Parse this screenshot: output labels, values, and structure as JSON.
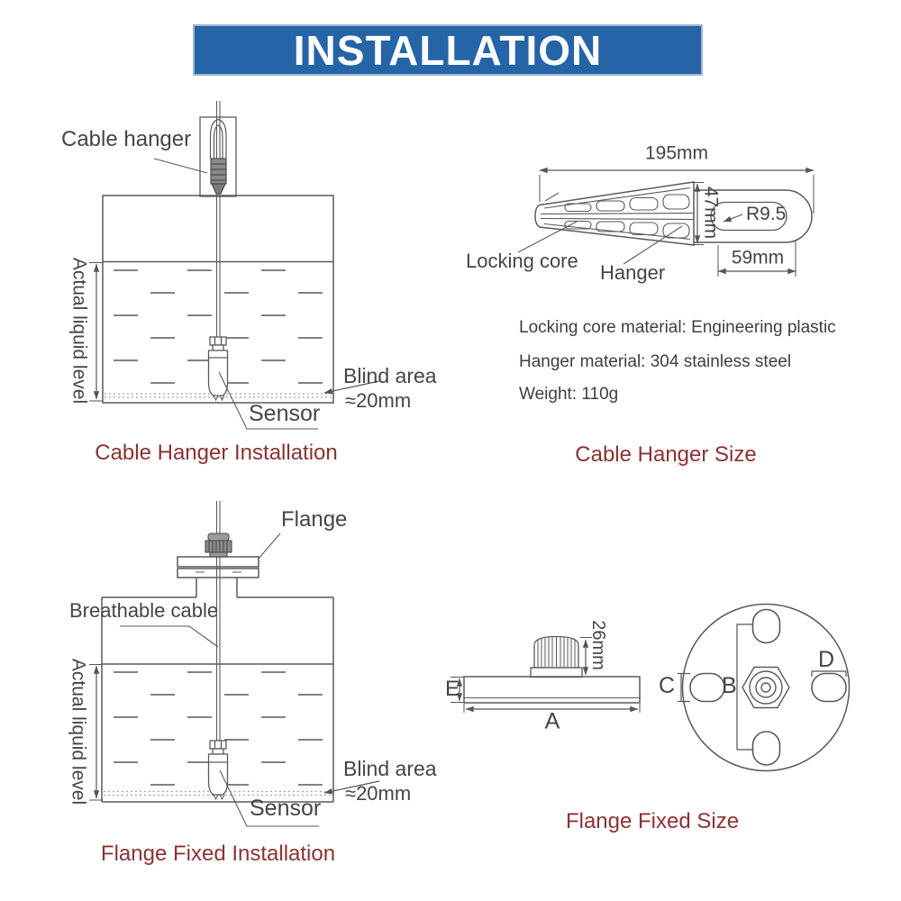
{
  "title": "INSTALLATION",
  "colors": {
    "header_bg": "#2464a7",
    "caption": "#8b3232",
    "line": "#5a5a5a",
    "text": "#454545"
  },
  "diagram1": {
    "caption": "Cable Hanger Installation",
    "cable_hanger": "Cable hanger",
    "liquid_level": "Actual liquid level",
    "sensor": "Sensor",
    "blind_area_line1": "Blind area",
    "blind_area_line2": "≈20mm"
  },
  "diagram2": {
    "caption": "Cable Hanger Size",
    "length": "195mm",
    "height": "47mm",
    "radius": "R9.5",
    "slot_width": "59mm",
    "locking_core": "Locking core",
    "hanger": "Hanger",
    "specs": [
      "Locking core material: Engineering plastic",
      "Hanger material: 304 stainless steel",
      "Weight: 110g"
    ]
  },
  "diagram3": {
    "caption": "Flange Fixed Installation",
    "flange": "Flange",
    "breathable_cable": "Breathable cable",
    "liquid_level": "Actual liquid level",
    "sensor": "Sensor",
    "blind_area_line1": "Blind area",
    "blind_area_line2": "≈20mm"
  },
  "diagram4": {
    "caption": "Flange Fixed Size",
    "gland_height": "26mm",
    "dim_a": "A",
    "dim_b": "B",
    "dim_c": "C",
    "dim_d": "D",
    "dim_e": "E"
  }
}
